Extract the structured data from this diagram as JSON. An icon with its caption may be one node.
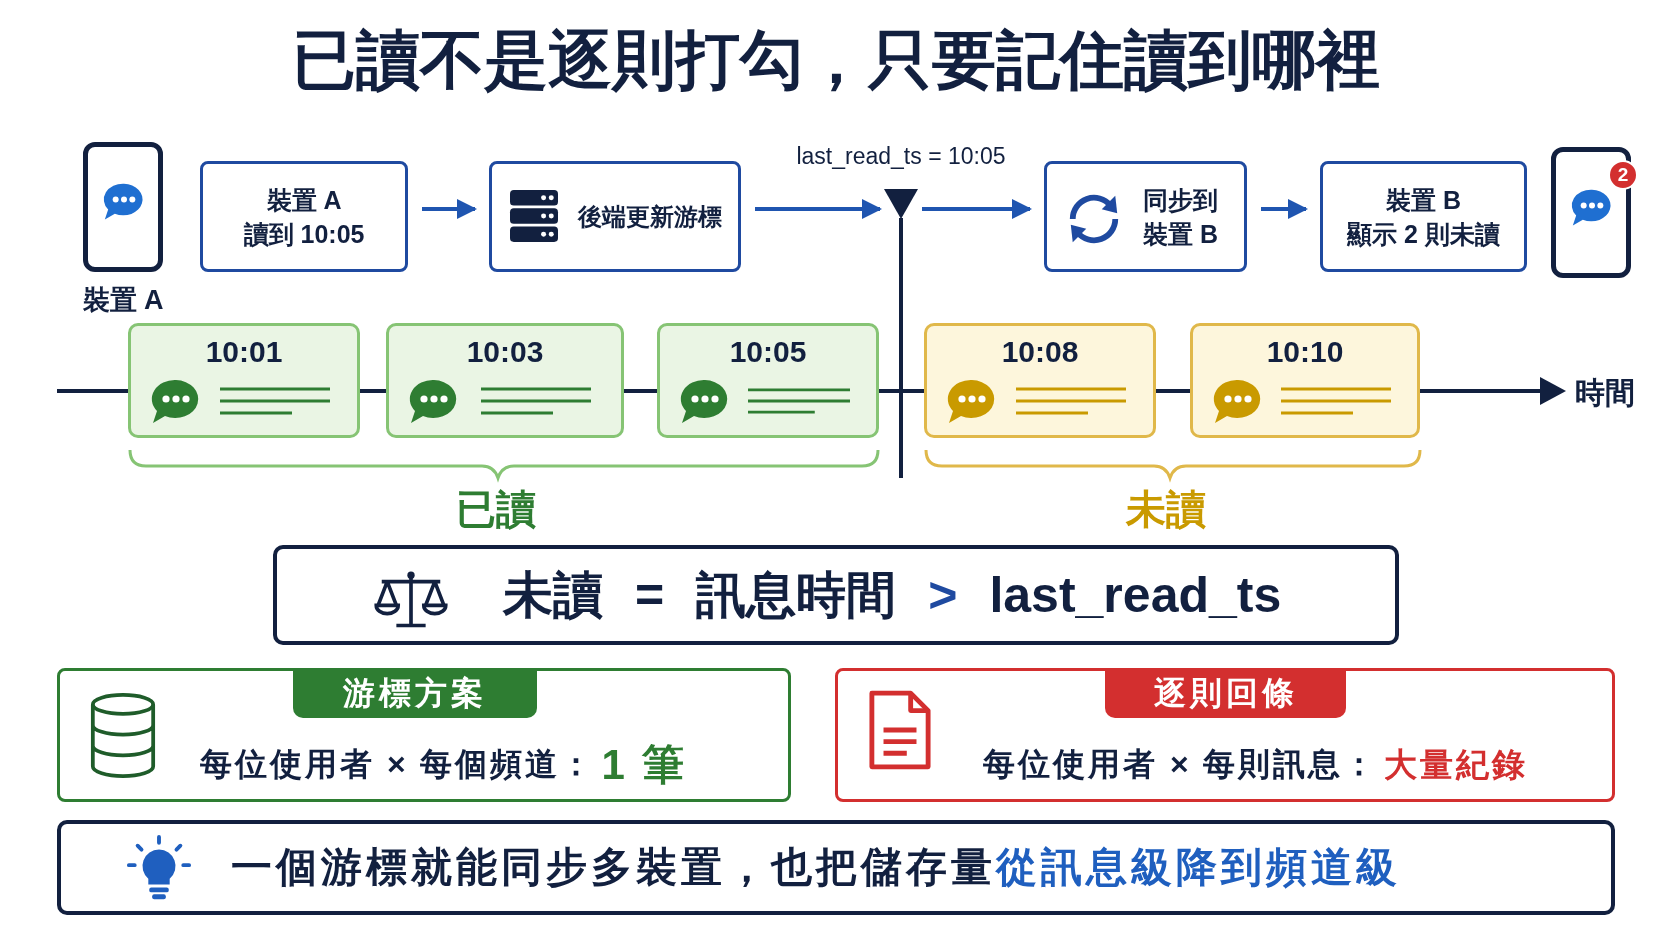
{
  "diagram": {
    "title": "已讀不是逐則打勾，只要記住讀到哪裡",
    "nodes": [
      {
        "text": [],
        "shape": "phone",
        "beside": [
          "裝置 A"
        ]
      },
      {
        "text": [
          "裝置 A 讀到 10:05"
        ]
      },
      {
        "text": [
          "後端更新游標"
        ]
      },
      {
        "text": [],
        "shape": "triangle",
        "beside": [
          "last_read_ts = 10:05"
        ]
      },
      {
        "text": [
          "同步到裝置 B"
        ]
      },
      {
        "text": [
          "裝置 B 顯示 2 則未讀"
        ]
      },
      {
        "text": [
          "2"
        ]
      },
      {
        "text": [
          "10:01"
        ]
      },
      {
        "text": [
          "10:03"
        ]
      },
      {
        "text": [
          "10:05"
        ]
      },
      {
        "text": [
          "10:08"
        ]
      },
      {
        "text": [
          "10:10"
        ]
      },
      {
        "text": [
          "未讀",
          "=",
          "訊息時間",
          ">",
          "last_read_ts"
        ]
      },
      {
        "text": [
          "游標方案",
          "每位使用者 × 每個頻道：",
          "1 筆"
        ]
      },
      {
        "text": [
          "逐則回條",
          "每位使用者 × 每則訊息：",
          "大量紀錄"
        ]
      },
      {
        "text": [
          "一個游標就能同步多裝置，也把儲存量",
          "從訊息級降到頻道級"
        ]
      }
    ],
    "edges": [
      {
        "from": 1,
        "to": 2,
        "arrow": "to"
      },
      {
        "from": 2,
        "to": 3,
        "arrow": "to"
      },
      {
        "from": 3,
        "to": 4,
        "arrow": "to"
      },
      {
        "from": 4,
        "to": 5,
        "arrow": "to"
      }
    ],
    "labels": [
      "時間",
      "已讀",
      "未讀"
    ]
  }
}
